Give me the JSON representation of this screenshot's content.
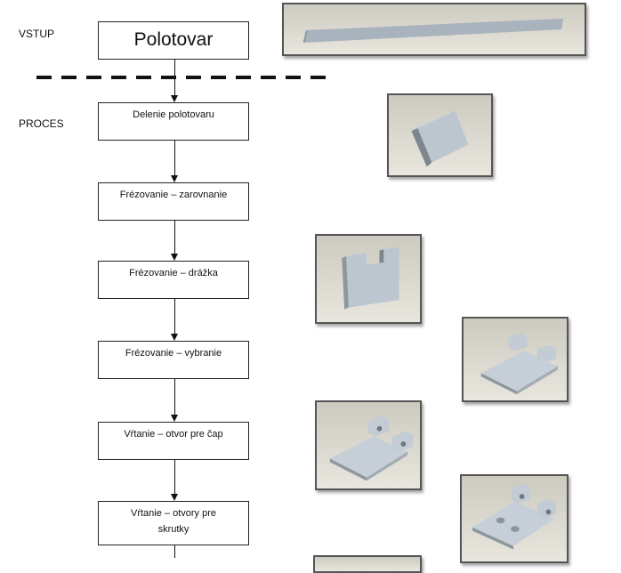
{
  "labels": {
    "input": "VSTUP",
    "process": "PROCES"
  },
  "flow": {
    "input_box": "Polotovar",
    "steps": [
      "Delenie polotovaru",
      "Frézovanie – zarovnanie",
      "Frézovanie – drážka",
      "Frézovanie – vybranie",
      "Vŕtanie – otvor pre čap",
      "Vŕtanie – otvory pre skrutky"
    ]
  },
  "colors": {
    "part_fill": "#b9c3cd",
    "part_side": "#8a939b",
    "image_bg": "#d8d5cb"
  }
}
